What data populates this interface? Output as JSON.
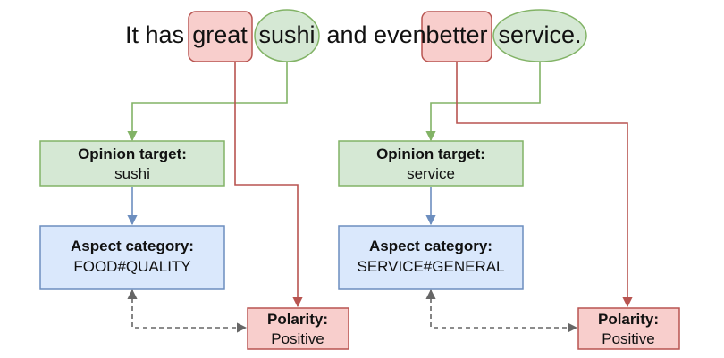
{
  "sentence": {
    "prefix": "It has ",
    "word_great": "great",
    "word_sushi": "sushi",
    "middle": " and even ",
    "word_better": "better",
    "word_service": "service."
  },
  "left": {
    "opinion_target": {
      "title": "Opinion target:",
      "value": "sushi"
    },
    "aspect_category": {
      "title": "Aspect category:",
      "value": "FOOD#QUALITY"
    },
    "polarity": {
      "title": "Polarity:",
      "value": "Positive"
    }
  },
  "right": {
    "opinion_target": {
      "title": "Opinion target:",
      "value": "service"
    },
    "aspect_category": {
      "title": "Aspect category:",
      "value": "SERVICE#GENERAL"
    },
    "polarity": {
      "title": "Polarity:",
      "value": "Positive"
    }
  },
  "colors": {
    "opinion_fill": "#d5e8d4",
    "opinion_stroke": "#82b366",
    "polarity_fill": "#f8cecc",
    "polarity_stroke": "#b85450",
    "aspect_fill": "#dae8fc",
    "aspect_stroke": "#6c8ebf",
    "dashed": "#666666"
  }
}
